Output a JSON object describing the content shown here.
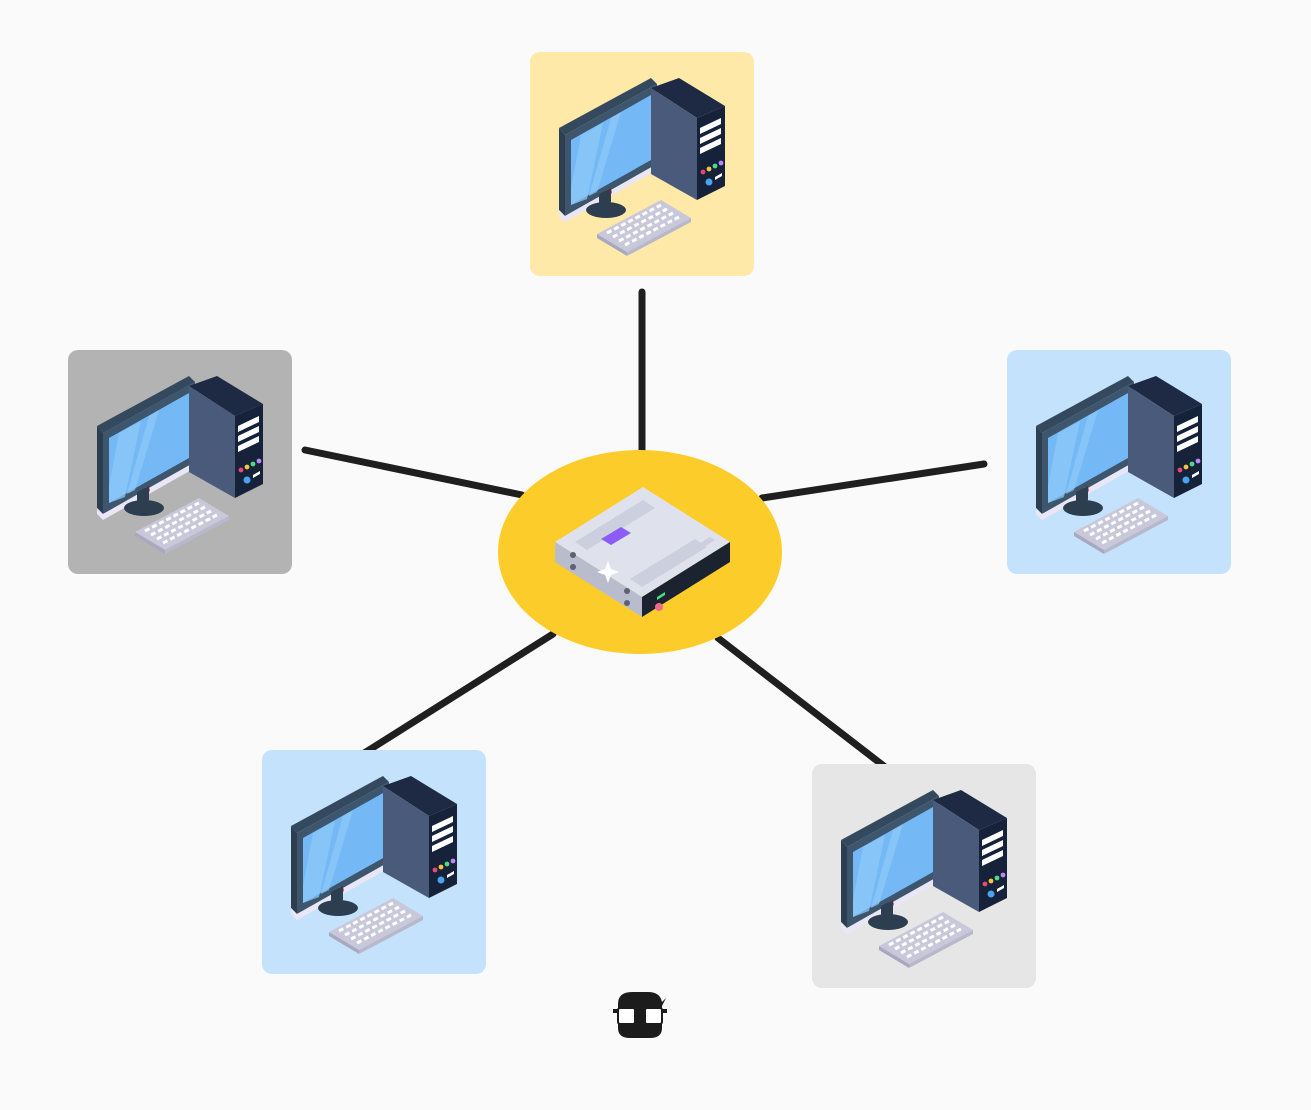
{
  "diagram": {
    "type": "star-topology",
    "background": "#fafafa",
    "link_color": "#1f1f1f",
    "hub": {
      "icon": "server-icon",
      "fill": "#fccd2a"
    },
    "nodes": [
      {
        "id": "top",
        "icon": "desktop-computer-icon",
        "tile_color": "#ffe9a8"
      },
      {
        "id": "left",
        "icon": "desktop-computer-icon",
        "tile_color": "#b3b3b3"
      },
      {
        "id": "right",
        "icon": "desktop-computer-icon",
        "tile_color": "#c4e2fb"
      },
      {
        "id": "bottom-left",
        "icon": "desktop-computer-icon",
        "tile_color": "#c4e2fb"
      },
      {
        "id": "bottom-right",
        "icon": "desktop-computer-icon",
        "tile_color": "#e6e6e6"
      }
    ],
    "links": [
      {
        "from": "hub",
        "to": "top"
      },
      {
        "from": "hub",
        "to": "left"
      },
      {
        "from": "hub",
        "to": "right"
      },
      {
        "from": "hub",
        "to": "bottom-left"
      },
      {
        "from": "hub",
        "to": "bottom-right"
      }
    ],
    "logo": {
      "icon": "mascot-glasses-logo-icon"
    }
  }
}
